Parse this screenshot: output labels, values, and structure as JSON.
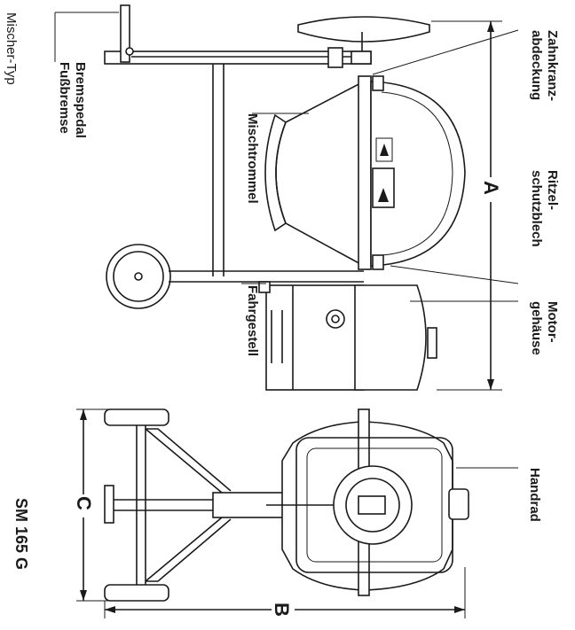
{
  "labels": {
    "mixer_type": "Mischer-Typ",
    "brake_pedal_1": "Bremspedal",
    "brake_pedal_2": "Fußbremse",
    "drum": "Mischtrommel",
    "chassis": "Fahrgestell",
    "gear_cover_1": "Zahnkranz-",
    "gear_cover_2": "abdeckung",
    "pinion_guard_1": "Ritzel-",
    "pinion_guard_2": "schutzblech",
    "motor_housing_1": "Motor-",
    "motor_housing_2": "gehäuse",
    "handwheel": "Handrad",
    "model": "SM 165 G"
  },
  "dimensions": {
    "a": "A",
    "b": "B",
    "c": "C"
  },
  "colors": {
    "ink": "#1a1a1a",
    "paper": "#ffffff"
  }
}
